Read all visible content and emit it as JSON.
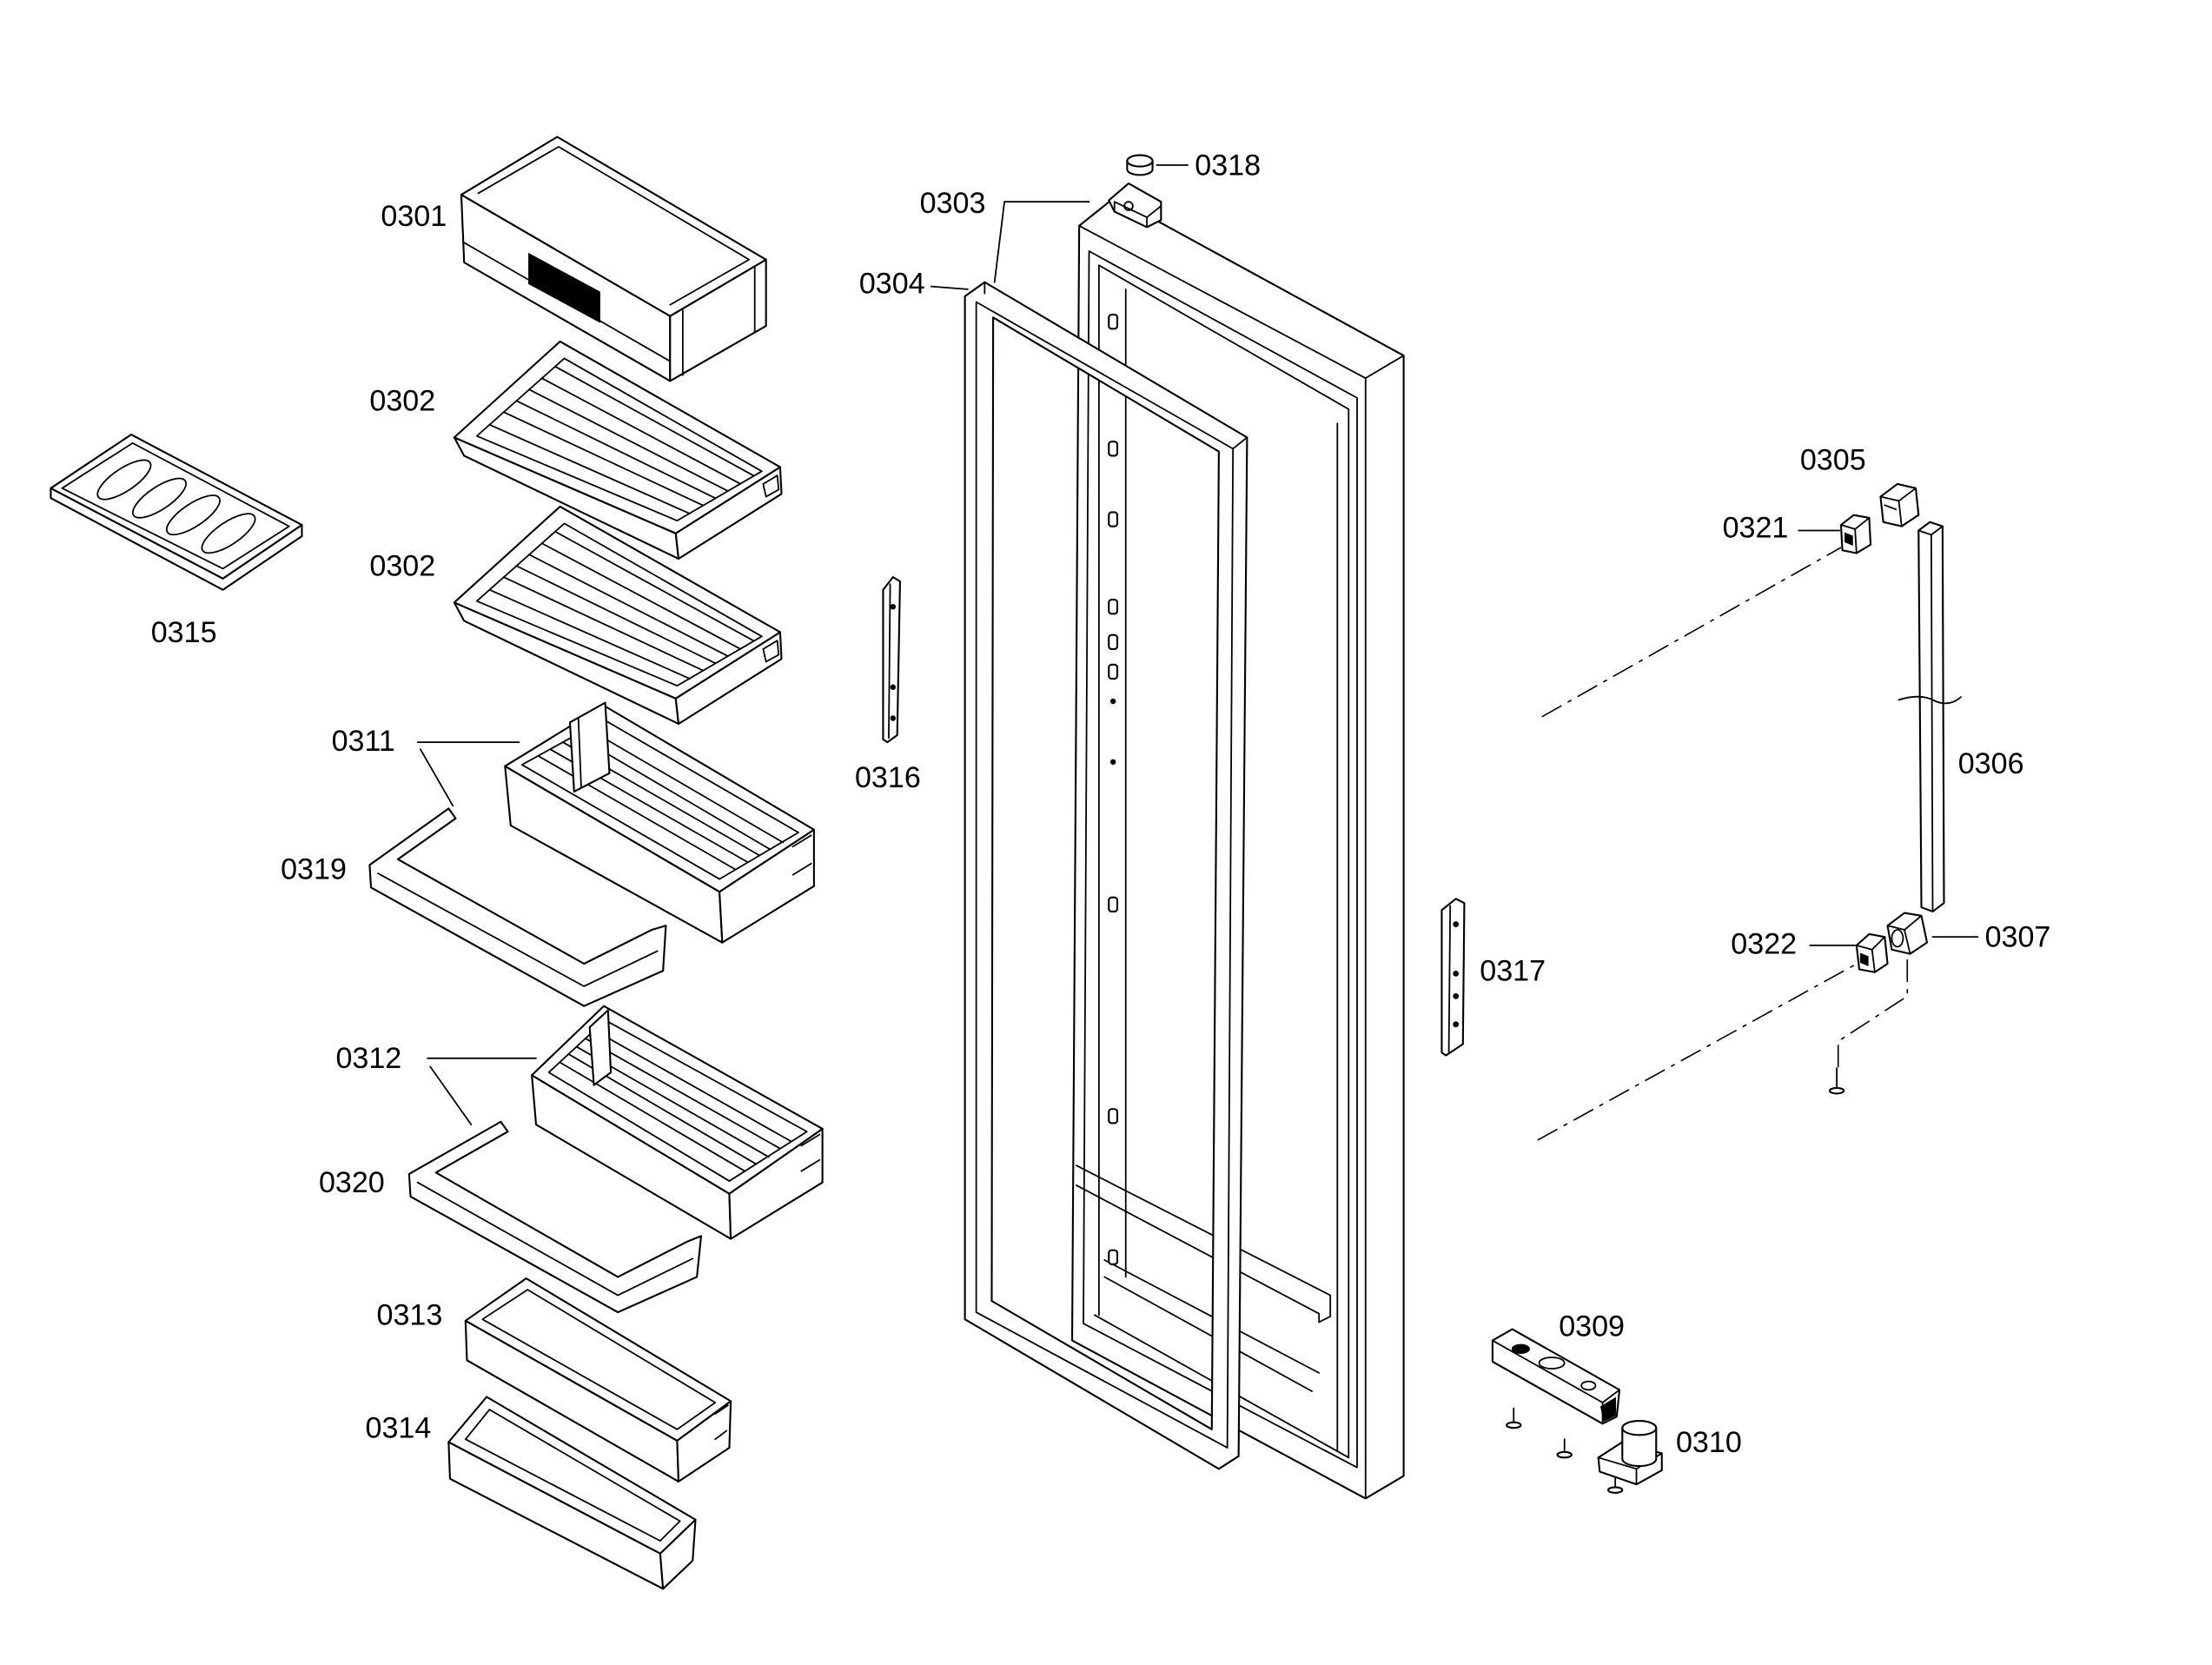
{
  "diagram": {
    "callouts": {
      "c0301": "0301",
      "c0302a": "0302",
      "c0302b": "0302",
      "c0315": "0315",
      "c0311": "0311",
      "c0319": "0319",
      "c0312": "0312",
      "c0320": "0320",
      "c0313": "0313",
      "c0314": "0314",
      "c0316": "0316",
      "c0303": "0303",
      "c0304": "0304",
      "c0318": "0318",
      "c0317": "0317",
      "c0305": "0305",
      "c0321": "0321",
      "c0306": "0306",
      "c0322": "0322",
      "c0307": "0307",
      "c0309": "0309",
      "c0310": "0310"
    }
  },
  "colors": {
    "line": "#000000",
    "background": "#ffffff"
  }
}
